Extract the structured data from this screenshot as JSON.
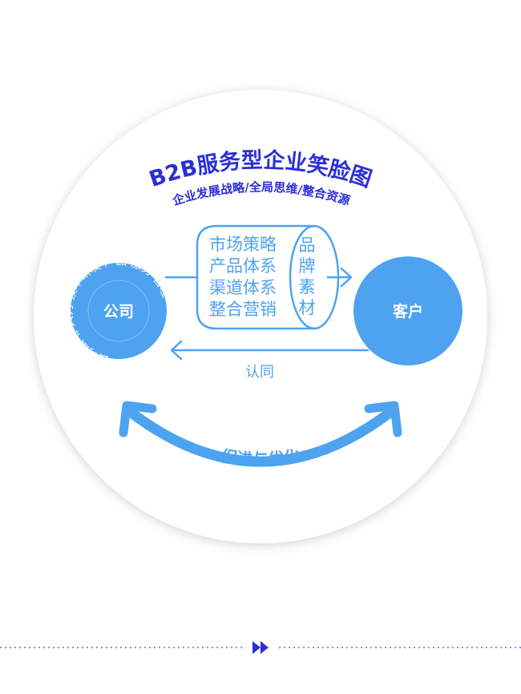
{
  "title": "B2B服务型企业笑脸图",
  "subtitle": "企业发展战略/全局思维/整合资源",
  "box": {
    "lines": [
      "市场策略",
      "产品体系",
      "渠道体系",
      "整合营销"
    ],
    "side_chars": [
      "品",
      "牌",
      "素",
      "材"
    ]
  },
  "company": {
    "label": "公司",
    "ring_text": "公司战略 人力 技术研发 产品 服务 管理"
  },
  "customer": {
    "label": "客户"
  },
  "feedback_label": "认同",
  "arc_label": "促进与优化",
  "colors": {
    "title": "#2b2fd6",
    "accent": "#4da3f0",
    "node_fill": "#4da3f0",
    "separator": "#5b6ee0"
  },
  "icons": {
    "separator": "fast-forward-icon"
  }
}
